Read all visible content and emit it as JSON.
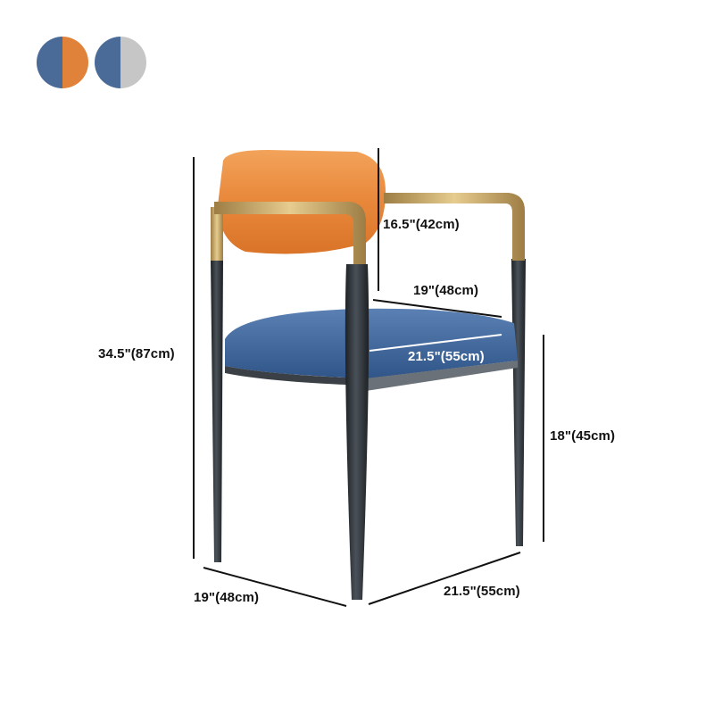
{
  "color_options": [
    {
      "name": "blue-orange",
      "left": "#4a6a98",
      "right": "#e0823a"
    },
    {
      "name": "blue-gray",
      "left": "#4a6a98",
      "right": "#c6c6c6"
    }
  ],
  "colors": {
    "backrest": "#e8873a",
    "seat": "#3f6699",
    "frame": "#2e3338",
    "brass": "#c9a462",
    "dimension_line": "#111111"
  },
  "dimensions": {
    "total_height": "34.5\"(87cm)",
    "backrest_height": "16.5\"(42cm)",
    "seat_depth": "19\"(48cm)",
    "seat_width": "21.5\"(55cm)",
    "seat_height": "18\"(45cm)",
    "base_depth": "19\"(48cm)",
    "base_width": "21.5\"(55cm)"
  }
}
